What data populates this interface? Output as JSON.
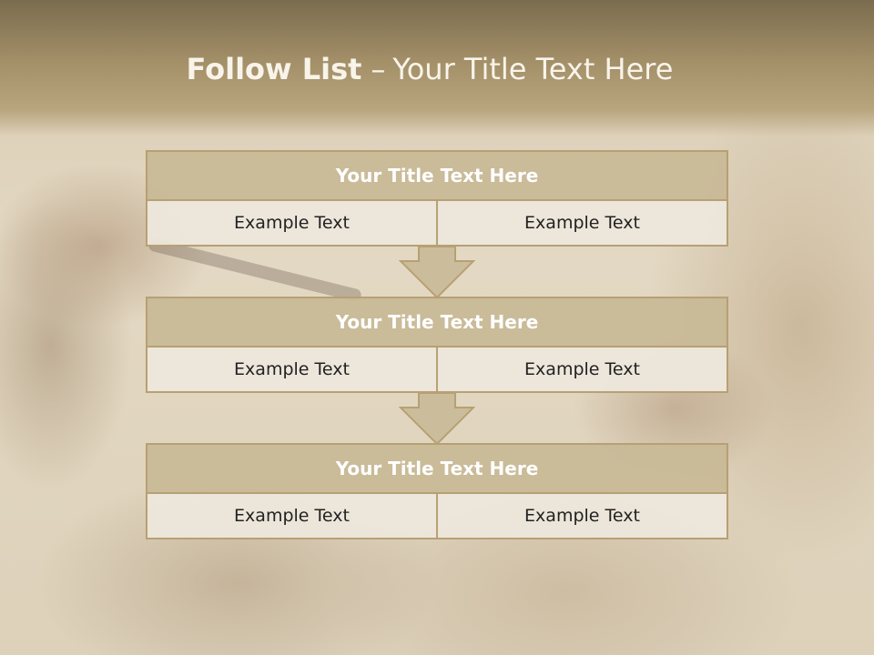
{
  "slide": {
    "title_bold": "Follow List",
    "title_separator": "–",
    "title_rest": "Your Title Text Here"
  },
  "blocks": [
    {
      "title": "Your Title Text Here",
      "left": "Example Text",
      "right": "Example Text"
    },
    {
      "title": "Your Title Text Here",
      "left": "Example Text",
      "right": "Example Text"
    },
    {
      "title": "Your Title Text Here",
      "left": "Example Text",
      "right": "Example Text"
    }
  ],
  "colors": {
    "header": "#a38f68",
    "box_title_fill": "#c8b896",
    "box_border": "#b7a073",
    "cell_fill": "#ede7dc",
    "arrow_fill": "#cbbd9c"
  }
}
